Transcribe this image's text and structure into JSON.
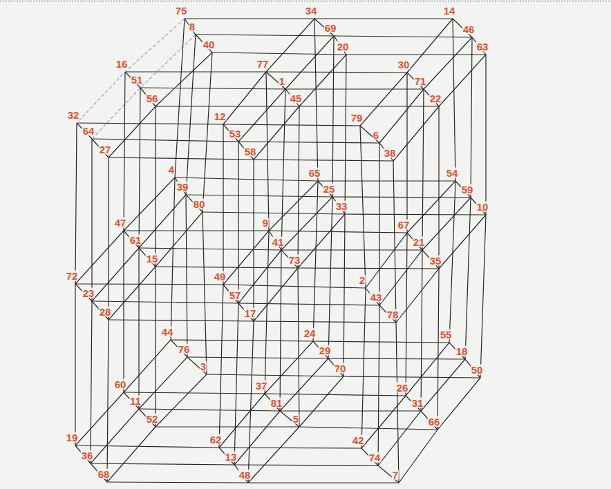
{
  "diagram": {
    "labels": [
      "75",
      "34",
      "14",
      "8",
      "69",
      "46",
      "40",
      "20",
      "63",
      "16",
      "77",
      "30",
      "51",
      "1",
      "71",
      "56",
      "45",
      "22",
      "32",
      "12",
      "79",
      "64",
      "53",
      "6",
      "27",
      "58",
      "38",
      "4",
      "65",
      "54",
      "39",
      "25",
      "59",
      "80",
      "33",
      "10",
      "47",
      "9",
      "67",
      "61",
      "41",
      "21",
      "15",
      "73",
      "35",
      "72",
      "49",
      "2",
      "23",
      "57",
      "43",
      "28",
      "17",
      "78",
      "44",
      "24",
      "55",
      "76",
      "29",
      "18",
      "3",
      "70",
      "50",
      "60",
      "37",
      "26",
      "11",
      "81",
      "31",
      "52",
      "5",
      "66",
      "19",
      "62",
      "42",
      "36",
      "13",
      "74",
      "68",
      "48",
      "7"
    ]
  }
}
